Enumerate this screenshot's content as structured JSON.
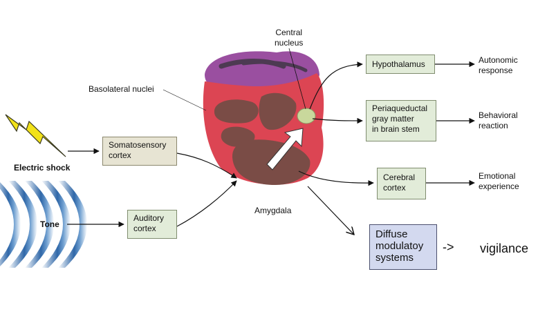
{
  "labels": {
    "central_nucleus": "Central\nnucleus",
    "basolateral_nuclei": "Basolateral nuclei",
    "electric_shock": "Electric shock",
    "tone": "Tone",
    "amygdala": "Amygdala"
  },
  "boxes": {
    "somatosensory_cortex": "Somatosensory\ncortex",
    "auditory_cortex": "Auditory\ncortex",
    "hypothalamus": "Hypothalamus",
    "periaqueductal_gray": "Periaqueductal\ngray matter\nin brain stem",
    "cerebral_cortex": "Cerebral\ncortex",
    "diffuse_modulatory": "Diffuse\nmodulatoy\nsystems"
  },
  "outputs": {
    "autonomic_response": "Autonomic\nresponse",
    "behavioral_reaction": "Behavioral\nreaction",
    "emotional_experience": "Emotional\nexperience",
    "vigilance": "vigilance",
    "vigilance_arrow": "->"
  },
  "colors": {
    "amygdala_red": "#dc4553",
    "amygdala_dark": "#7a4c46",
    "amygdala_purple": "#9a4fa0",
    "central_nucleus": "#c9d89c",
    "lightning": "#f2e21a",
    "sound_wave": "#3b6fae"
  }
}
